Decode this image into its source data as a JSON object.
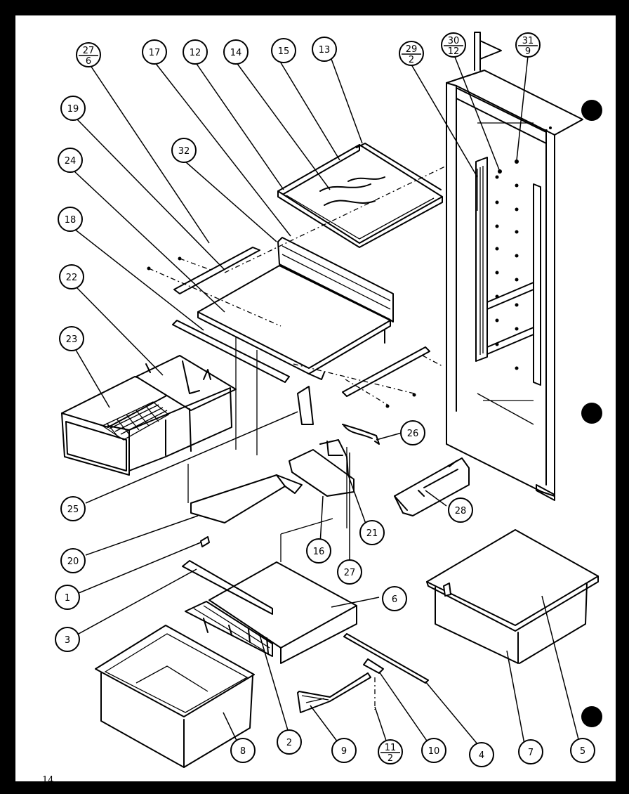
{
  "page_number": "14",
  "callouts": [
    {
      "id": "c27-6",
      "top": "27",
      "bottom": "6"
    },
    {
      "id": "c17",
      "label": "17"
    },
    {
      "id": "c12",
      "label": "12"
    },
    {
      "id": "c14",
      "label": "14"
    },
    {
      "id": "c15",
      "label": "15"
    },
    {
      "id": "c13",
      "label": "13"
    },
    {
      "id": "c29-2",
      "top": "29",
      "bottom": "2"
    },
    {
      "id": "c30-12",
      "top": "30",
      "bottom": "12"
    },
    {
      "id": "c31-9",
      "top": "31",
      "bottom": "9"
    },
    {
      "id": "c19",
      "label": "19"
    },
    {
      "id": "c32",
      "label": "32"
    },
    {
      "id": "c24",
      "label": "24"
    },
    {
      "id": "c18",
      "label": "18"
    },
    {
      "id": "c22",
      "label": "22"
    },
    {
      "id": "c23",
      "label": "23"
    },
    {
      "id": "c26",
      "label": "26"
    },
    {
      "id": "c25",
      "label": "25"
    },
    {
      "id": "c28",
      "label": "28"
    },
    {
      "id": "c21",
      "label": "21"
    },
    {
      "id": "c16",
      "label": "16"
    },
    {
      "id": "c20",
      "label": "20"
    },
    {
      "id": "c27",
      "label": "27"
    },
    {
      "id": "c1",
      "label": "1"
    },
    {
      "id": "c6",
      "label": "6"
    },
    {
      "id": "c3",
      "label": "3"
    },
    {
      "id": "c8",
      "label": "8"
    },
    {
      "id": "c2",
      "label": "2"
    },
    {
      "id": "c9",
      "label": "9"
    },
    {
      "id": "c11-2",
      "top": "11",
      "bottom": "2"
    },
    {
      "id": "c10",
      "label": "10"
    },
    {
      "id": "c4",
      "label": "4"
    },
    {
      "id": "c7",
      "label": "7"
    },
    {
      "id": "c5",
      "label": "5"
    }
  ]
}
